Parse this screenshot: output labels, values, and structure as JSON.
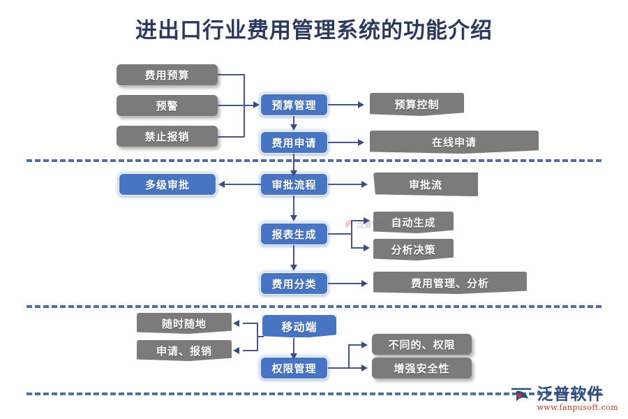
{
  "page": {
    "title": "进出口行业费用管理系统的功能介绍",
    "background": "#ffffff",
    "title_color": "#2b3a5c",
    "accent_blue": "#4775c4",
    "node_gray": "#7b7b7b",
    "divider_color": "#4d6fa6",
    "connector_color": "#47558a"
  },
  "watermark": {
    "center_text": "泛普软件"
  },
  "logo": {
    "name": "泛普软件",
    "url": "www.fanpusoft.com"
  },
  "sections": [
    {
      "id": "budget-section",
      "nodes": {
        "left": [
          {
            "id": "cost-budget",
            "label": "费用预算"
          },
          {
            "id": "early-warning",
            "label": "预警"
          },
          {
            "id": "ban-reimburse",
            "label": "禁止报销"
          }
        ],
        "center": [
          {
            "id": "budget-management",
            "label": "预算管理"
          },
          {
            "id": "cost-application",
            "label": "费用申请"
          }
        ],
        "right": [
          {
            "id": "budget-control",
            "label": "预算控制"
          },
          {
            "id": "online-apply",
            "label": "在线申请"
          }
        ]
      }
    },
    {
      "id": "approval-section",
      "nodes": {
        "left": [
          {
            "id": "multi-level-approval",
            "label": "多级审批"
          }
        ],
        "center": [
          {
            "id": "approval-flow",
            "label": "审批流程"
          },
          {
            "id": "report-generate",
            "label": "报表生成"
          },
          {
            "id": "cost-category",
            "label": "费用分类"
          }
        ],
        "right": [
          {
            "id": "approval-stream",
            "label": "审批流"
          },
          {
            "id": "auto-generate",
            "label": "自动生成"
          },
          {
            "id": "analysis-decision",
            "label": "分析决策"
          },
          {
            "id": "cost-mgmt-analysis",
            "label": "费用管理、分析"
          }
        ]
      }
    },
    {
      "id": "mobile-section",
      "nodes": {
        "left": [
          {
            "id": "anytime-anywhere",
            "label": "随时随地"
          },
          {
            "id": "apply-reimburse",
            "label": "申请、报销"
          }
        ],
        "center": [
          {
            "id": "mobile-terminal",
            "label": "移动端"
          },
          {
            "id": "permission-management",
            "label": "权限管理"
          }
        ],
        "right": [
          {
            "id": "different-permissions",
            "label": "不同的、权限"
          },
          {
            "id": "enhance-security",
            "label": "增强安全性"
          }
        ]
      }
    }
  ]
}
